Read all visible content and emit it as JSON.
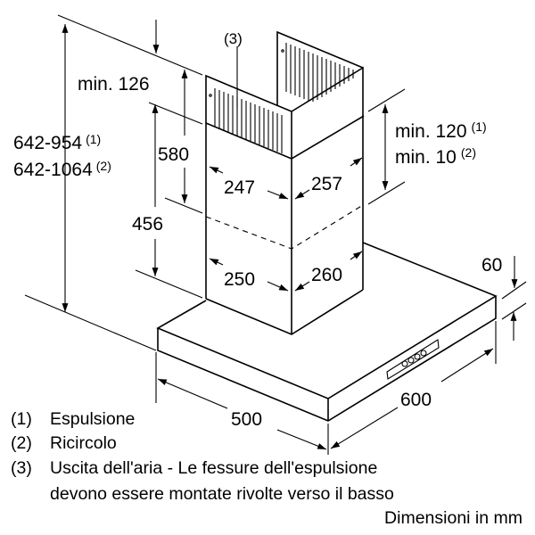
{
  "labels": {
    "callout_3": "(3)",
    "min_126": "min. 126",
    "total_height_1": "642-954",
    "total_height_1_sup": "(1)",
    "total_height_2": "642-1064",
    "total_height_2_sup": "(2)",
    "upper_chimney": "580",
    "lower_chimney": "456",
    "min_120": "min. 120",
    "min_120_sup": "(1)",
    "min_10": "min. 10",
    "min_10_sup": "(2)",
    "upper_width": "247",
    "upper_depth": "257",
    "lower_width": "250",
    "lower_depth": "260",
    "canopy_height": "60",
    "canopy_depth": "500",
    "canopy_width": "600"
  },
  "legend": [
    {
      "key": "(1)",
      "text": "Espulsione"
    },
    {
      "key": "(2)",
      "text": "Ricircolo"
    },
    {
      "key": "(3)",
      "text": "Uscita dell'aria - Le fessure dell'espulsione"
    },
    {
      "key": "",
      "text": "devono essere montate rivolte verso il basso"
    }
  ],
  "units_note": "Dimensioni in mm"
}
